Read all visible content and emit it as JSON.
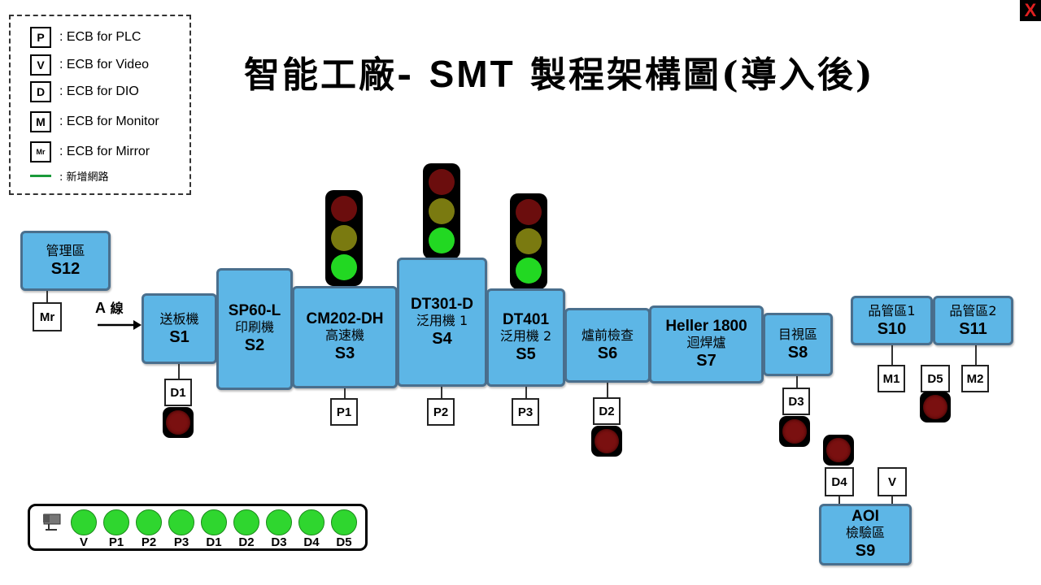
{
  "close_label": "X",
  "title": {
    "prefix": "智能工廠- ",
    "smt": "SMT",
    "suffix": " 製程架構圖(導入後)"
  },
  "legend": {
    "items": [
      {
        "box": "P",
        "text": ": ECB for PLC"
      },
      {
        "box": "V",
        "text": ": ECB for Video"
      },
      {
        "box": "D",
        "text": ": ECB for DIO"
      },
      {
        "box": "M",
        "text": ": ECB for Monitor"
      },
      {
        "box": "Mr",
        "text": ": ECB for Mirror"
      }
    ],
    "network_text": ": 新增網路",
    "network_color": "#1a9a3a"
  },
  "line_label": {
    "letter": "A",
    "text": "線"
  },
  "stations": {
    "s12": {
      "l1": "管理區",
      "code": "S12"
    },
    "s1": {
      "l1": "送板機",
      "code": "S1"
    },
    "s2": {
      "l1": "SP60-L",
      "l2": "印刷機",
      "code": "S2"
    },
    "s3": {
      "l1": "CM202-DH",
      "l2": "高速機",
      "code": "S3"
    },
    "s4": {
      "l1": "DT301-D",
      "l2": "泛用機 1",
      "code": "S4"
    },
    "s5": {
      "l1": "DT401",
      "l2": "泛用機 2",
      "code": "S5"
    },
    "s6": {
      "l1": "爐前檢查",
      "code": "S6"
    },
    "s7": {
      "l1": "Heller 1800",
      "l2": "迴焊爐",
      "code": "S7"
    },
    "s8": {
      "l1": "目視區",
      "code": "S8"
    },
    "s9": {
      "l1": "AOI",
      "l2": "檢驗區",
      "code": "S9"
    },
    "s10": {
      "l1": "品管區1",
      "code": "S10"
    },
    "s11": {
      "l1": "品管區2",
      "code": "S11"
    }
  },
  "ecb": {
    "mr": "Mr",
    "d1": "D1",
    "p1": "P1",
    "p2": "P2",
    "p3": "P3",
    "d2": "D2",
    "d3": "D3",
    "d4": "D4",
    "v": "V",
    "m1": "M1",
    "d5": "D5",
    "m2": "M2"
  },
  "status_bar": {
    "labels": [
      "V",
      "P1",
      "P2",
      "P3",
      "D1",
      "D2",
      "D3",
      "D4",
      "D5"
    ],
    "color": "#2fd62f"
  },
  "colors": {
    "station_fill": "#5db6e6",
    "station_border": "#4a6f8d",
    "lamp_red": "#6b0d0d",
    "lamp_yellow": "#7a7a10",
    "lamp_green": "#22d822",
    "indicator_red": "#7a1010"
  }
}
